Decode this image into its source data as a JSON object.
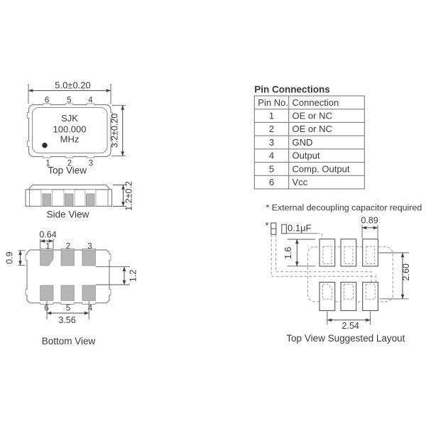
{
  "colors": {
    "text": "#3a3a3a",
    "dimension_line": "#4a4a4a",
    "outline": "#808080",
    "pad_fill": "#b5b5b5",
    "pad_stroke": "#8f8f8f",
    "dashed_line": "#999999",
    "table_border": "#6f6f6f"
  },
  "top_view": {
    "title": "Top View",
    "width_dim": "5.0±0.20",
    "height_dim": "3.2±0.20",
    "chip_lines": [
      "SJK",
      "100.000",
      "MHz"
    ],
    "pins_top": [
      "6",
      "5",
      "4"
    ],
    "pins_bottom": [
      "1",
      "2",
      "3"
    ]
  },
  "side_view": {
    "title": "Side View",
    "height_dim": "1.2±0.2"
  },
  "bottom_view": {
    "title": "Bottom View",
    "pins_top": [
      "1",
      "2",
      "3"
    ],
    "pins_bottom": [
      "6",
      "5",
      "4"
    ],
    "dim_pad_width": "0.64",
    "dim_pad_height": "0.9",
    "dim_row_gap": "1.2",
    "dim_pin_span": "3.56"
  },
  "pin_table": {
    "title": "Pin Connections",
    "headers": [
      "Pin No.",
      "Connection"
    ],
    "rows": [
      [
        "1",
        "OE or NC"
      ],
      [
        "2",
        "OE or NC"
      ],
      [
        "3",
        "GND"
      ],
      [
        "4",
        "Output"
      ],
      [
        "5",
        "Comp. Output"
      ],
      [
        "6",
        "Vcc"
      ]
    ]
  },
  "footnote": "* External decoupling capacitor required",
  "layout_view": {
    "title": "Top View Suggested Layout",
    "cap_marker": "*",
    "cap_value": "0.1μF",
    "dim_pad_width": "0.89",
    "dim_pad_height": "1.6",
    "dim_row_pitch": "2.60",
    "dim_col_pitch": "2.54"
  }
}
